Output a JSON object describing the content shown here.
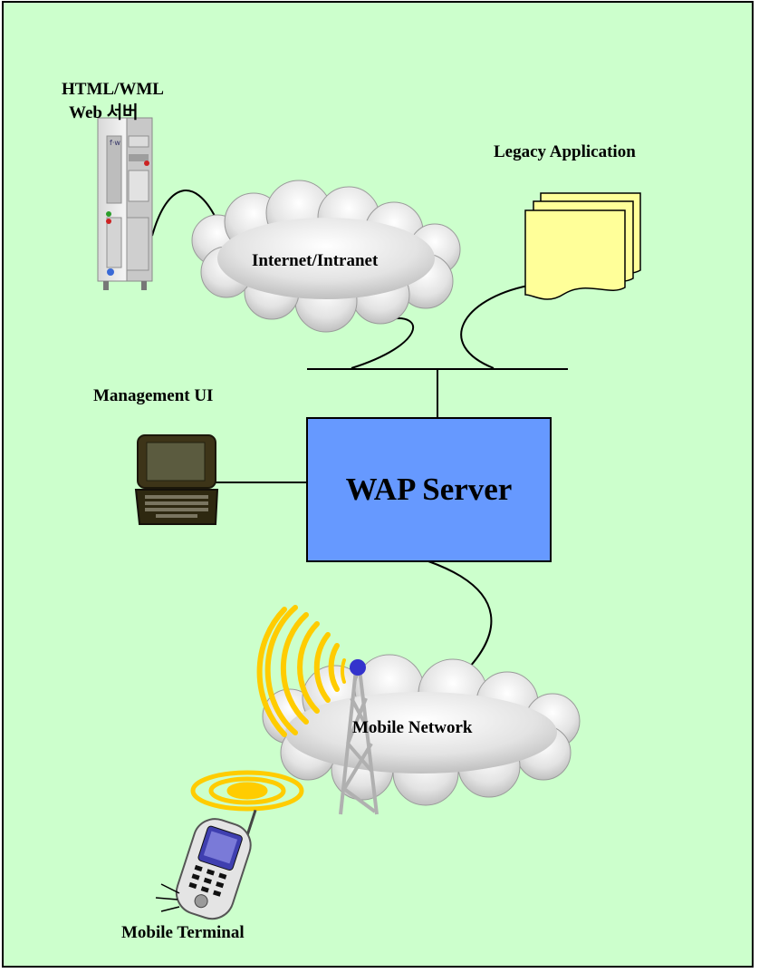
{
  "diagram": {
    "web_server": {
      "line1": "HTML/WML",
      "line2": "Web 서버"
    },
    "legacy_application": "Legacy Application",
    "internet": "Internet/Intranet",
    "management_ui": "Management UI",
    "wap_server": "WAP Server",
    "mobile_network": "Mobile Network",
    "mobile_terminal": "Mobile Terminal"
  },
  "colors": {
    "background": "#ccffcc",
    "wap_box": "#6699ff",
    "document": "#ffff99",
    "cloud": "#e6e6e6",
    "radio_waves": "#ffcc00",
    "antenna_tip": "#3333cc"
  }
}
